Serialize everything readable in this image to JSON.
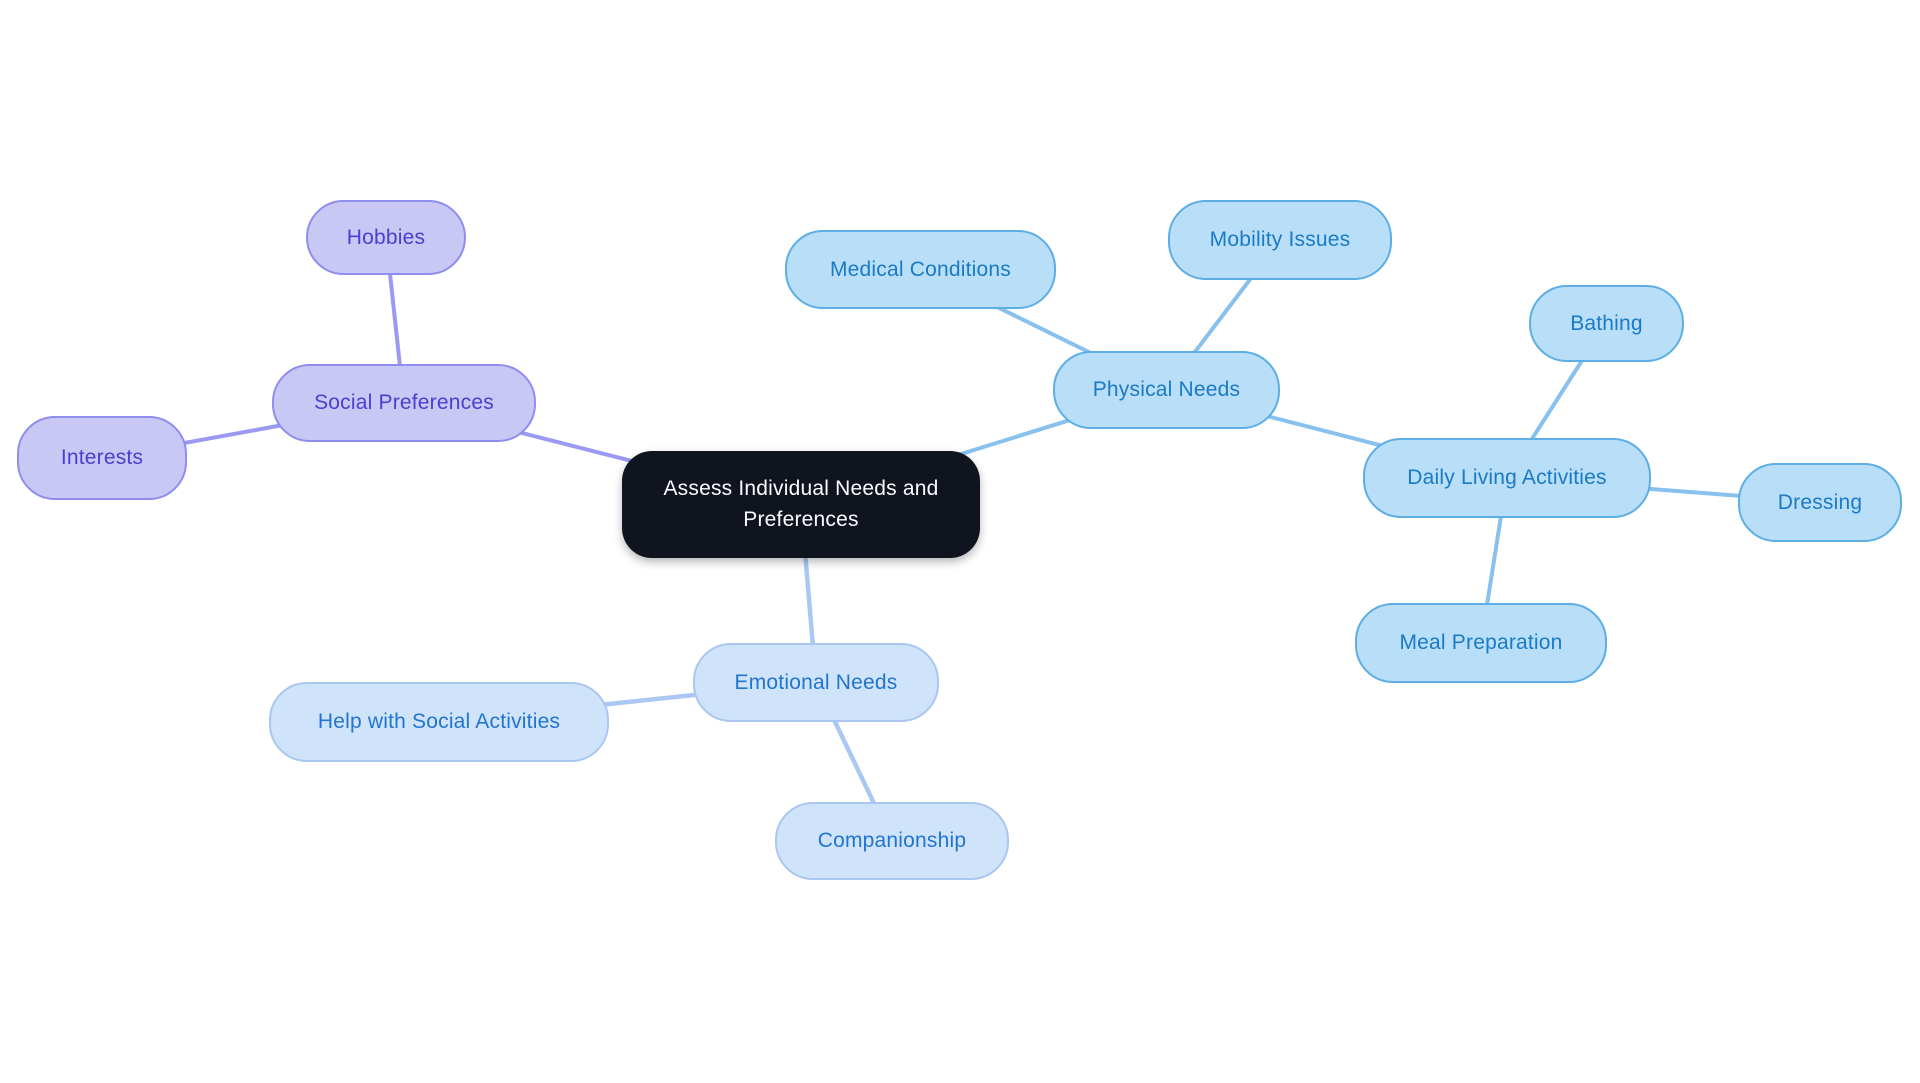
{
  "canvas": {
    "background": "#ffffff"
  },
  "colors": {
    "canvas_bg": "#ffffff",
    "center_fill": "#10141f",
    "center_text": "#fafbfd",
    "purple_fill": "#c9c7f4",
    "purple_border": "#8f8def",
    "purple_text": "#4a3fd3",
    "purple_edge": "#9b99f1",
    "blue_fill": "#b9def8",
    "blue_border": "#5caee5",
    "blue_text": "#1a7ac6",
    "blue_edge": "#88c1ed",
    "sky_fill": "#cfe4fa",
    "sky_border": "#a9c7f0",
    "sky_text": "#2274cf",
    "sky_edge": "#aac8f1"
  },
  "nodes": {
    "center": {
      "label": "Assess Individual Needs and Preferences"
    },
    "social_preferences": {
      "label": "Social Preferences"
    },
    "hobbies": {
      "label": "Hobbies"
    },
    "interests": {
      "label": "Interests"
    },
    "physical_needs": {
      "label": "Physical Needs"
    },
    "medical_conditions": {
      "label": "Medical Conditions"
    },
    "mobility_issues": {
      "label": "Mobility Issues"
    },
    "daily_living_activities": {
      "label": "Daily Living Activities"
    },
    "bathing": {
      "label": "Bathing"
    },
    "dressing": {
      "label": "Dressing"
    },
    "meal_preparation": {
      "label": "Meal Preparation"
    },
    "emotional_needs": {
      "label": "Emotional Needs"
    },
    "help_with_social_activities": {
      "label": "Help with Social Activities"
    },
    "companionship": {
      "label": "Companionship"
    }
  },
  "edges": [
    {
      "from": "center",
      "to": "social_preferences",
      "palette": "purple"
    },
    {
      "from": "social_preferences",
      "to": "hobbies",
      "palette": "purple"
    },
    {
      "from": "social_preferences",
      "to": "interests",
      "palette": "purple"
    },
    {
      "from": "center",
      "to": "physical_needs",
      "palette": "blue"
    },
    {
      "from": "physical_needs",
      "to": "medical_conditions",
      "palette": "blue"
    },
    {
      "from": "physical_needs",
      "to": "mobility_issues",
      "palette": "blue"
    },
    {
      "from": "physical_needs",
      "to": "daily_living_activities",
      "palette": "blue"
    },
    {
      "from": "daily_living_activities",
      "to": "bathing",
      "palette": "blue"
    },
    {
      "from": "daily_living_activities",
      "to": "dressing",
      "palette": "blue"
    },
    {
      "from": "daily_living_activities",
      "to": "meal_preparation",
      "palette": "blue"
    },
    {
      "from": "center",
      "to": "emotional_needs",
      "palette": "sky"
    },
    {
      "from": "emotional_needs",
      "to": "help_with_social_activities",
      "palette": "sky"
    },
    {
      "from": "emotional_needs",
      "to": "companionship",
      "palette": "sky"
    }
  ]
}
